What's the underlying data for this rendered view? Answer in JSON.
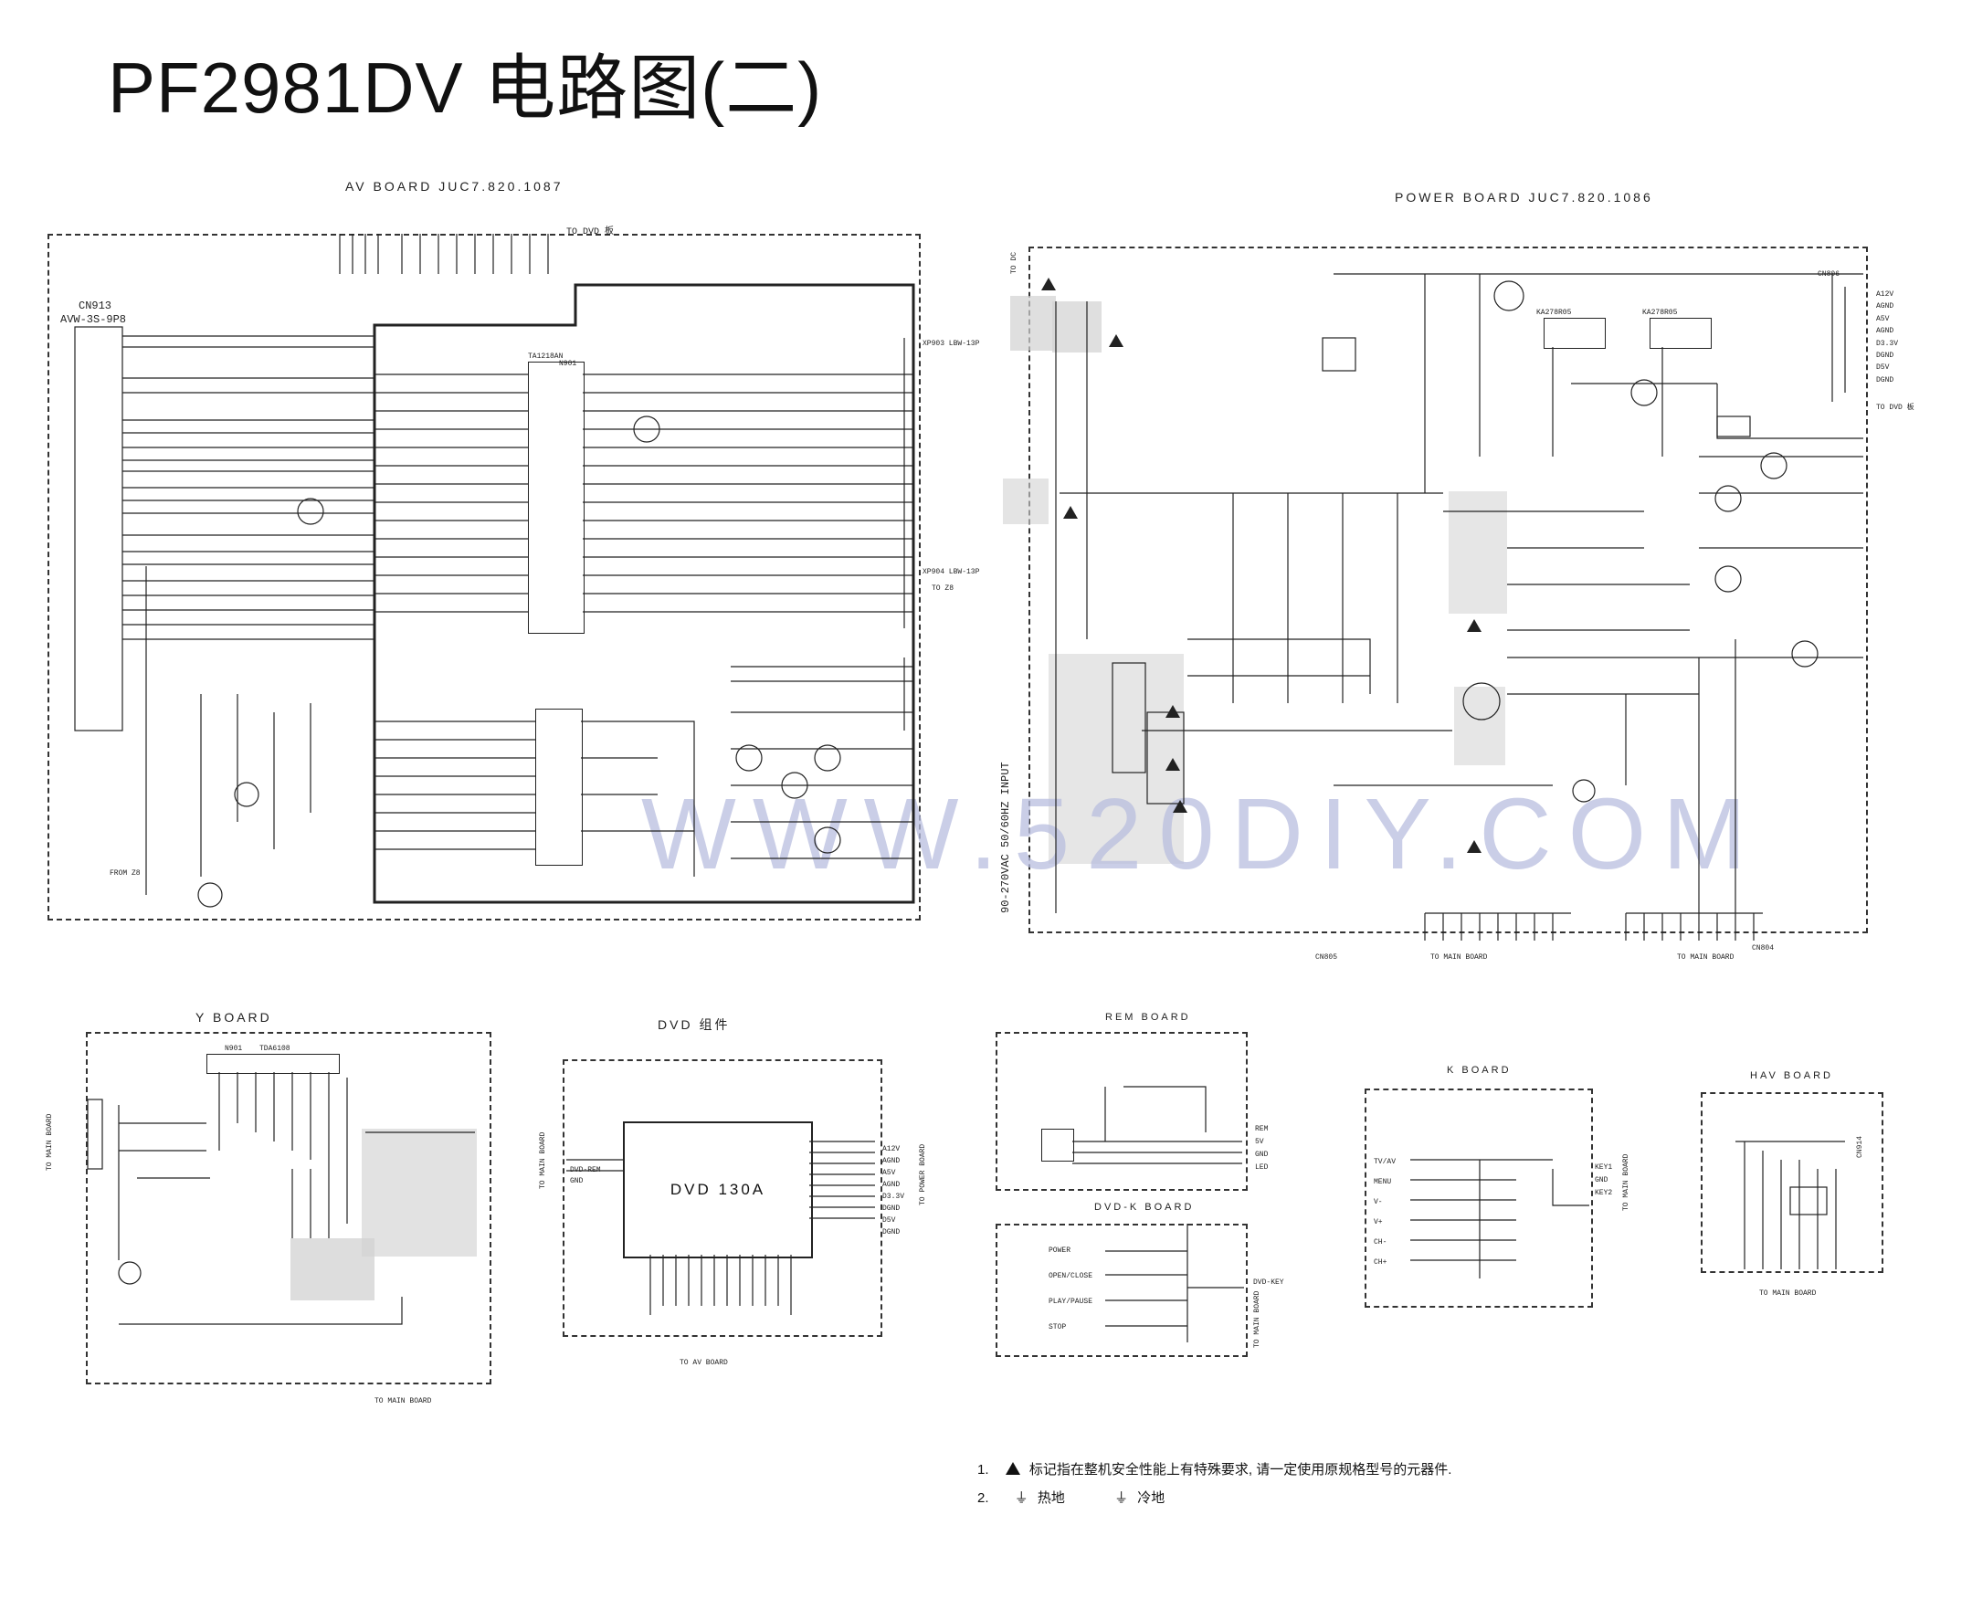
{
  "title": "PF2981DV 电路图(二)",
  "boards": {
    "av": {
      "caption": "AV BOARD JUC7.820.1087",
      "connector": "CN913",
      "connector_type": "AVW-3S-9P8",
      "to_dvd": "TO DVD 板",
      "to_z8": "TO Z8",
      "from_z8": "FROM Z8",
      "ic_main": "TA1218AN",
      "ic_main_ref": "N901",
      "xp_top": "XP903 LBW-13P",
      "xp_mid": "XP904 LBW-13P"
    },
    "power": {
      "caption": "POWER BOARD JUC7.820.1086",
      "to_dc": "TO DC",
      "input": "90-270VAC 50/60HZ INPUT",
      "to_dvd": "TO DVD 板",
      "to_main_1": "TO MAIN BOARD",
      "to_main_2": "TO MAIN BOARD",
      "cn_left": "CN805",
      "cn_right": "CN804",
      "connector_top": "CN806",
      "rails": [
        "A12V",
        "AGND",
        "A5V",
        "AGND",
        "D3.3V",
        "DGND",
        "D5V",
        "DGND"
      ],
      "ic1": "KA278R05",
      "ic2": "KA278R05"
    },
    "y": {
      "caption": "Y BOARD",
      "ic": "TDA6108",
      "ic_ref": "N901",
      "to_main": "TO MAIN BOARD",
      "side_to_main": "TO MAIN BOARD"
    },
    "dvd": {
      "caption": "DVD 组件",
      "module": "DVD 130A",
      "to_main": "TO MAIN BOARD",
      "to_power": "TO POWER BOARD",
      "to_av": "TO AV BOARD",
      "pins_right": [
        "A12V",
        "AGND",
        "A5V",
        "AGND",
        "D3.3V",
        "DGND",
        "D5V",
        "DGND"
      ],
      "pins_left": [
        "DVD-REM",
        "GND"
      ]
    },
    "rem": {
      "caption": "REM BOARD",
      "pins": [
        "REM",
        "5V",
        "GND",
        "LED"
      ]
    },
    "dvdk": {
      "caption": "DVD-K BOARD",
      "keys": [
        "POWER",
        "OPEN/CLOSE",
        "PLAY/PAUSE",
        "STOP"
      ],
      "out": "DVD-KEY",
      "to_main": "TO MAIN BOARD"
    },
    "k": {
      "caption": "K BOARD",
      "keys": [
        "TV/AV",
        "MENU",
        "V-",
        "V+",
        "CH-",
        "CH+"
      ],
      "pins": [
        "KEY1",
        "GND",
        "KEY2"
      ],
      "to_main": "TO MAIN BOARD"
    },
    "hav": {
      "caption": "HAV BOARD",
      "connector": "CN914",
      "to_main": "TO MAIN BOARD"
    }
  },
  "watermark": "WWW.520DIY.COM",
  "notes": {
    "n1_num": "1.",
    "n1_text": "标记指在整机安全性能上有特殊要求, 请一定使用原规格型号的元器件.",
    "n2_num": "2.",
    "n2_hot": "热地",
    "n2_cold": "冷地"
  }
}
